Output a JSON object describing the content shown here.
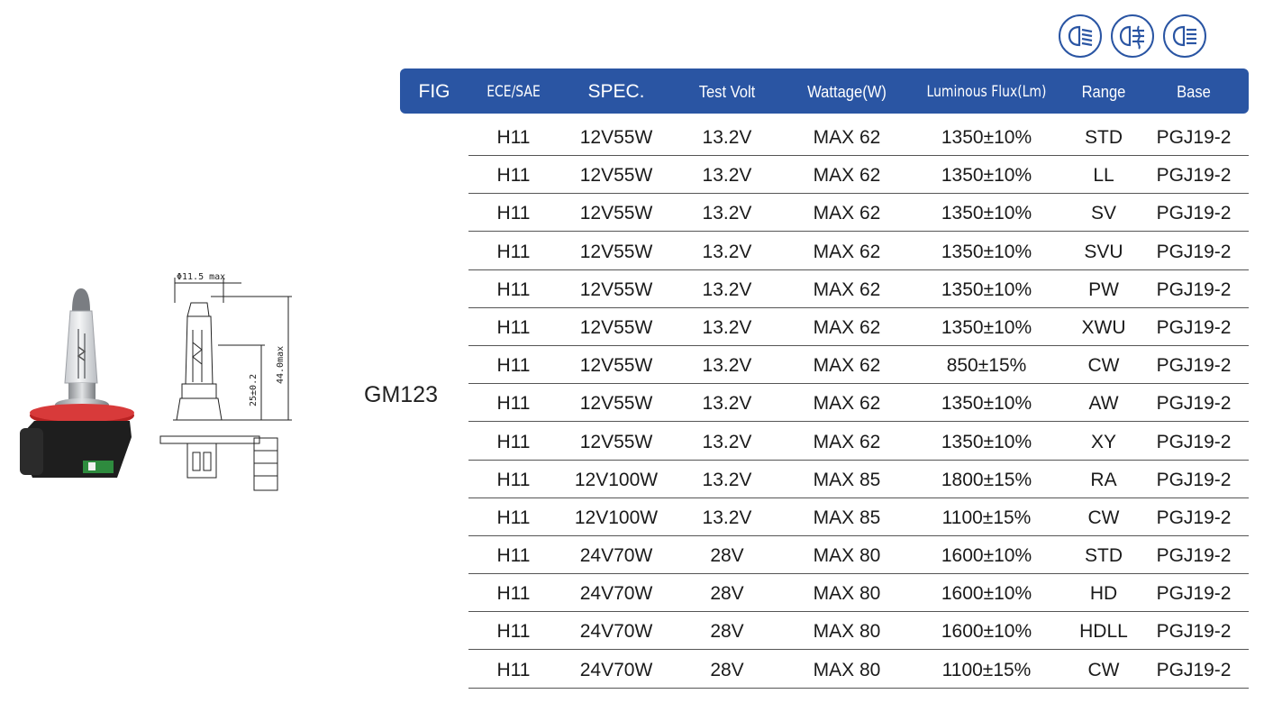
{
  "icons": [
    "low-beam-icon",
    "fog-lamp-icon",
    "high-beam-icon"
  ],
  "colors": {
    "header_bg": "#2a55a3",
    "header_text": "#ffffff",
    "icon": "#2a55a3"
  },
  "figure": {
    "label": "GM123",
    "dim_diameter": "Φ11.5 max",
    "dim_height": "44.0max",
    "dim_focal": "25±0.2"
  },
  "headers": {
    "fig": "FIG",
    "ece_sae": "ECE/SAE",
    "spec": "SPEC.",
    "test_volt": "Test Volt",
    "wattage": "Wattage(W)",
    "luminous_flux": "Luminous Flux(Lm)",
    "range": "Range",
    "base": "Base"
  },
  "rows": [
    {
      "ece": "H11",
      "spec": "12V55W",
      "volt": "13.2V",
      "watt": "MAX 62",
      "flux": "1350±10%",
      "range": "STD",
      "base": "PGJ19-2"
    },
    {
      "ece": "H11",
      "spec": "12V55W",
      "volt": "13.2V",
      "watt": "MAX 62",
      "flux": "1350±10%",
      "range": "LL",
      "base": "PGJ19-2"
    },
    {
      "ece": "H11",
      "spec": "12V55W",
      "volt": "13.2V",
      "watt": "MAX 62",
      "flux": "1350±10%",
      "range": "SV",
      "base": "PGJ19-2"
    },
    {
      "ece": "H11",
      "spec": "12V55W",
      "volt": "13.2V",
      "watt": "MAX 62",
      "flux": "1350±10%",
      "range": "SVU",
      "base": "PGJ19-2"
    },
    {
      "ece": "H11",
      "spec": "12V55W",
      "volt": "13.2V",
      "watt": "MAX 62",
      "flux": "1350±10%",
      "range": "PW",
      "base": "PGJ19-2"
    },
    {
      "ece": "H11",
      "spec": "12V55W",
      "volt": "13.2V",
      "watt": "MAX 62",
      "flux": "1350±10%",
      "range": "XWU",
      "base": "PGJ19-2"
    },
    {
      "ece": "H11",
      "spec": "12V55W",
      "volt": "13.2V",
      "watt": "MAX 62",
      "flux": "850±15%",
      "range": "CW",
      "base": "PGJ19-2"
    },
    {
      "ece": "H11",
      "spec": "12V55W",
      "volt": "13.2V",
      "watt": "MAX 62",
      "flux": "1350±10%",
      "range": "AW",
      "base": "PGJ19-2"
    },
    {
      "ece": "H11",
      "spec": "12V55W",
      "volt": "13.2V",
      "watt": "MAX 62",
      "flux": "1350±10%",
      "range": "XY",
      "base": "PGJ19-2"
    },
    {
      "ece": "H11",
      "spec": "12V100W",
      "volt": "13.2V",
      "watt": "MAX 85",
      "flux": "1800±15%",
      "range": "RA",
      "base": "PGJ19-2"
    },
    {
      "ece": "H11",
      "spec": "12V100W",
      "volt": "13.2V",
      "watt": "MAX 85",
      "flux": "1100±15%",
      "range": "CW",
      "base": "PGJ19-2"
    },
    {
      "ece": "H11",
      "spec": "24V70W",
      "volt": "28V",
      "watt": "MAX 80",
      "flux": "1600±10%",
      "range": "STD",
      "base": "PGJ19-2"
    },
    {
      "ece": "H11",
      "spec": "24V70W",
      "volt": "28V",
      "watt": "MAX 80",
      "flux": "1600±10%",
      "range": "HD",
      "base": "PGJ19-2"
    },
    {
      "ece": "H11",
      "spec": "24V70W",
      "volt": "28V",
      "watt": "MAX 80",
      "flux": "1600±10%",
      "range": "HDLL",
      "base": "PGJ19-2"
    },
    {
      "ece": "H11",
      "spec": "24V70W",
      "volt": "28V",
      "watt": "MAX 80",
      "flux": "1100±15%",
      "range": "CW",
      "base": "PGJ19-2"
    }
  ]
}
